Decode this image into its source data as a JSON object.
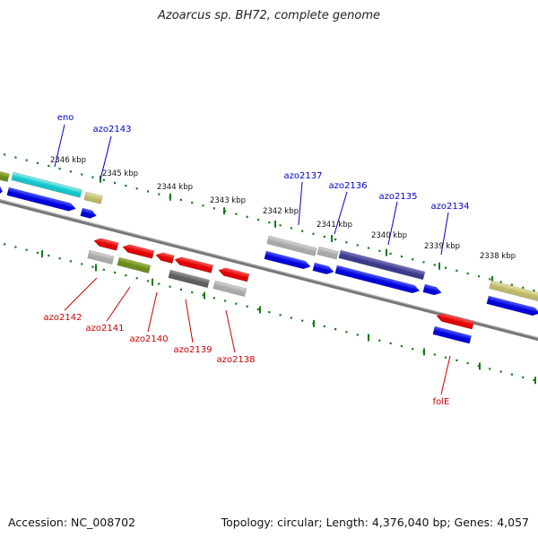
{
  "title": "Azoarcus sp. BH72, complete genome",
  "footer": {
    "accession": "Accession: NC_008702",
    "summary": "Topology: circular; Length: 4,376,040 bp; Genes: 4,057"
  },
  "colors": {
    "forward_label": "#0000cc",
    "reverse_label": "#cc0000",
    "backbone": "#777777",
    "ticks": "#1a7a1a"
  },
  "kbp_labels": [
    "2346 kbp",
    "2345 kbp",
    "2344 kbp",
    "2343 kbp",
    "2342 kbp",
    "2341 kbp",
    "2340 kbp",
    "2339 kbp",
    "2338 kbp"
  ],
  "forward_gene_labels": [
    "eno",
    "azo2143",
    "azo2137",
    "azo2136",
    "azo2135",
    "azo2134"
  ],
  "reverse_gene_labels": [
    "azo2142",
    "azo2141",
    "azo2140",
    "azo2139",
    "azo2138",
    "folE"
  ]
}
